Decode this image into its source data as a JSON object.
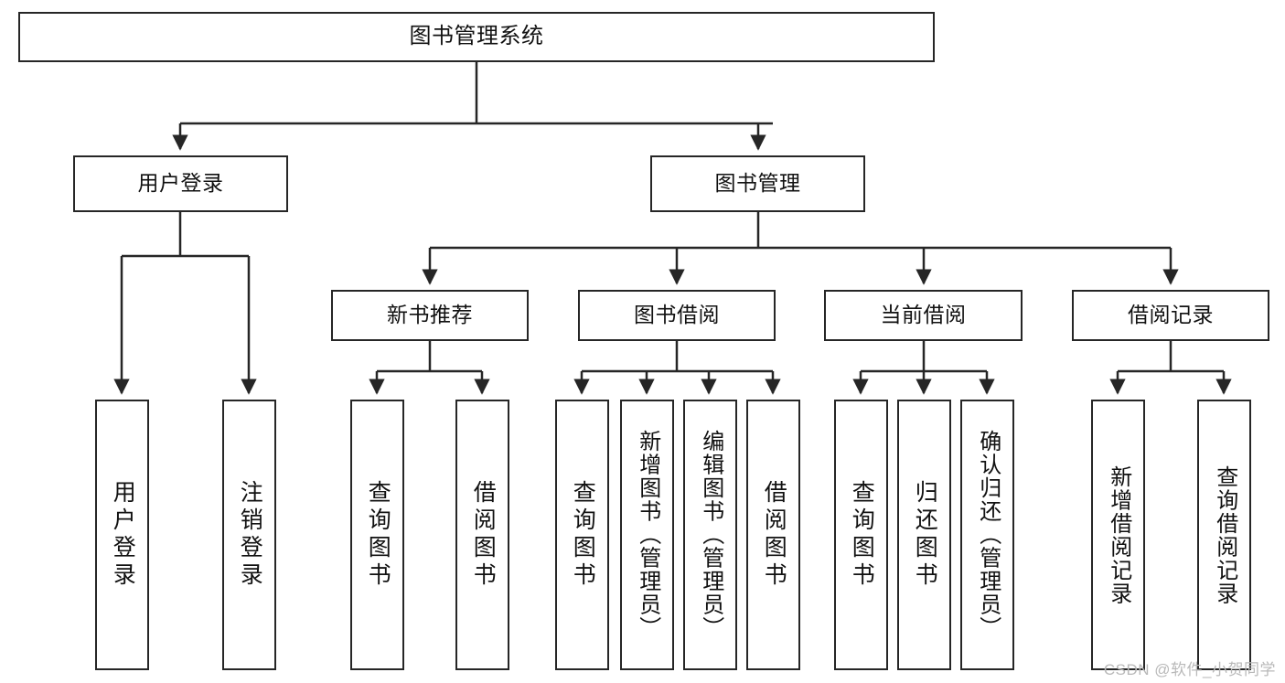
{
  "diagram": {
    "title": "图书管理系统",
    "type": "hierarchy-tree",
    "watermark": "CSDN @软件_小贺同学",
    "colors": {
      "box_border": "#262626",
      "box_fill": "#ffffff",
      "connector": "#262626",
      "text": "#111111",
      "watermark": "#b9b9b9"
    },
    "levels": {
      "level1": [
        "图书管理系统"
      ],
      "level2": [
        "用户登录",
        "图书管理"
      ],
      "level3": [
        "新书推荐",
        "图书借阅",
        "当前借阅",
        "借阅记录"
      ],
      "level4": [
        "用户登录",
        "注销登录",
        "查询图书",
        "借阅图书",
        "查询图书",
        "新增图书（管理员）",
        "编辑图书（管理员）",
        "借阅图书",
        "查询图书",
        "归还图书",
        "确认归还（管理员）",
        "新增借阅记录",
        "查询借阅记录"
      ]
    },
    "nodes": {
      "root": {
        "label": "图书管理系统"
      },
      "user_login": {
        "label": "用户登录"
      },
      "book_mgmt": {
        "label": "图书管理"
      },
      "new_book_rec": {
        "label": "新书推荐"
      },
      "book_borrow": {
        "label": "图书借阅"
      },
      "current_borrow": {
        "label": "当前借阅"
      },
      "borrow_record": {
        "label": "借阅记录"
      },
      "leaf_user_login": {
        "label": "用户登录"
      },
      "leaf_logout": {
        "label": "注销登录"
      },
      "leaf_query_book_1": {
        "label": "查询图书"
      },
      "leaf_borrow_book_1": {
        "label": "借阅图书"
      },
      "leaf_query_book_2": {
        "label": "查询图书"
      },
      "leaf_add_book": {
        "label": "新增图书（管理员）"
      },
      "leaf_edit_book": {
        "label": "编辑图书（管理员）"
      },
      "leaf_borrow_book_2": {
        "label": "借阅图书"
      },
      "leaf_query_book_3": {
        "label": "查询图书"
      },
      "leaf_return_book": {
        "label": "归还图书"
      },
      "leaf_confirm_return": {
        "label": "确认归还（管理员）"
      },
      "leaf_add_record": {
        "label": "新增借阅记录"
      },
      "leaf_query_record": {
        "label": "查询借阅记录"
      }
    },
    "edges": [
      {
        "from": "root",
        "to": "user_login"
      },
      {
        "from": "root",
        "to": "book_mgmt"
      },
      {
        "from": "user_login",
        "to": "leaf_user_login"
      },
      {
        "from": "user_login",
        "to": "leaf_logout"
      },
      {
        "from": "book_mgmt",
        "to": "new_book_rec"
      },
      {
        "from": "book_mgmt",
        "to": "book_borrow"
      },
      {
        "from": "book_mgmt",
        "to": "current_borrow"
      },
      {
        "from": "book_mgmt",
        "to": "borrow_record"
      },
      {
        "from": "new_book_rec",
        "to": "leaf_query_book_1"
      },
      {
        "from": "new_book_rec",
        "to": "leaf_borrow_book_1"
      },
      {
        "from": "book_borrow",
        "to": "leaf_query_book_2"
      },
      {
        "from": "book_borrow",
        "to": "leaf_add_book"
      },
      {
        "from": "book_borrow",
        "to": "leaf_edit_book"
      },
      {
        "from": "book_borrow",
        "to": "leaf_borrow_book_2"
      },
      {
        "from": "current_borrow",
        "to": "leaf_query_book_3"
      },
      {
        "from": "current_borrow",
        "to": "leaf_return_book"
      },
      {
        "from": "current_borrow",
        "to": "leaf_confirm_return"
      },
      {
        "from": "borrow_record",
        "to": "leaf_add_record"
      },
      {
        "from": "borrow_record",
        "to": "leaf_query_record"
      }
    ]
  }
}
